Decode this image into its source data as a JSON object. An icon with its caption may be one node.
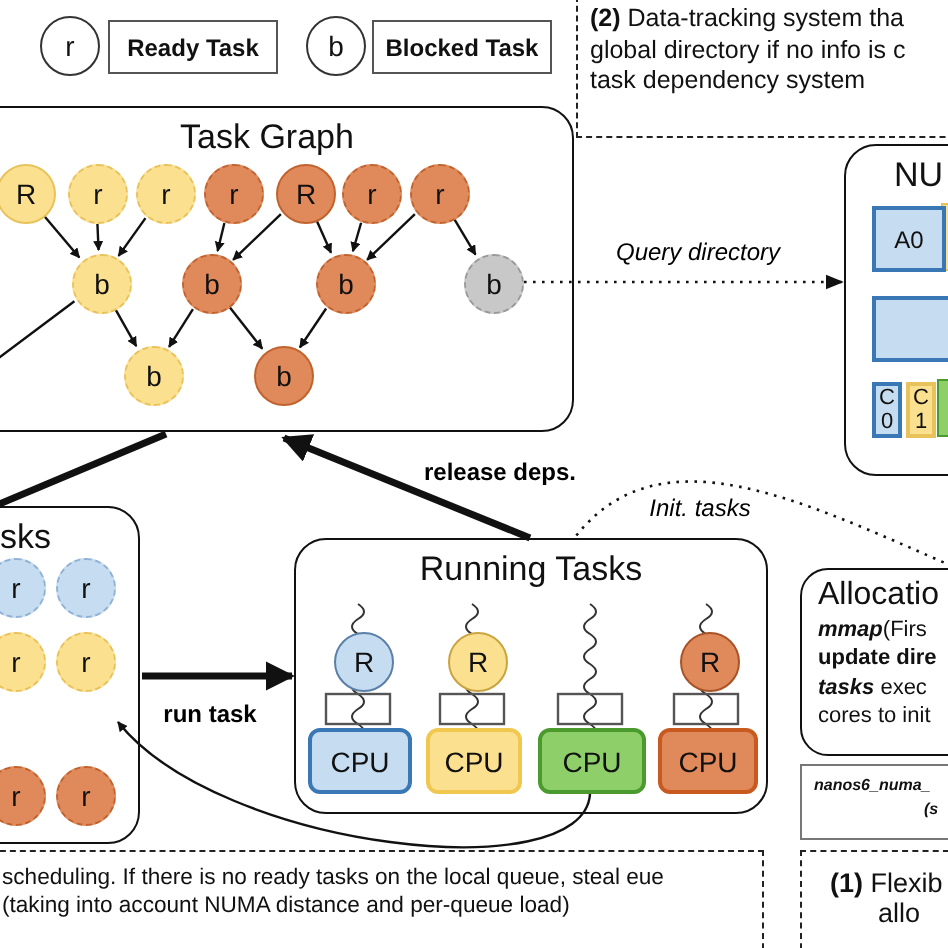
{
  "diagram": {
    "nodes": [
      {
        "text": [
          "r"
        ]
      },
      {
        "text": [
          "Ready Task"
        ]
      },
      {
        "text": [
          "b"
        ]
      },
      {
        "text": [
          "Blocked Task"
        ]
      },
      {
        "text": [
          "**(2)** Data-tracking system tha global directory if no info is c task dependency system"
        ]
      },
      {
        "text": [
          "Task Graph"
        ]
      },
      {
        "text": [
          "R"
        ],
        "in": 5
      },
      {
        "text": [
          "r"
        ],
        "in": 5
      },
      {
        "text": [
          "r"
        ],
        "in": 5
      },
      {
        "text": [
          "r"
        ],
        "in": 5
      },
      {
        "text": [
          "R"
        ],
        "in": 5
      },
      {
        "text": [
          "r"
        ],
        "in": 5
      },
      {
        "text": [
          "r"
        ],
        "in": 5
      },
      {
        "text": [
          "b"
        ],
        "in": 5
      },
      {
        "text": [
          "b"
        ],
        "in": 5
      },
      {
        "text": [
          "b"
        ],
        "in": 5
      },
      {
        "text": [
          "b"
        ],
        "in": 5
      },
      {
        "text": [
          "b"
        ],
        "in": 5
      },
      {
        "text": [
          "b"
        ],
        "in": 5
      },
      {
        "text": [
          "NU"
        ]
      },
      {
        "text": [
          "A0"
        ],
        "in": 19
      },
      {
        "text": [],
        "shape": "box",
        "in": 19
      },
      {
        "text": [
          "C 0"
        ],
        "in": 19
      },
      {
        "text": [
          "C 1"
        ],
        "in": 19
      },
      {
        "text": [
          "sks"
        ]
      },
      {
        "text": [
          "r"
        ],
        "in": 24
      },
      {
        "text": [
          "r"
        ],
        "in": 24
      },
      {
        "text": [
          "r"
        ],
        "in": 24
      },
      {
        "text": [
          "r"
        ],
        "in": 24
      },
      {
        "text": [
          "r"
        ],
        "in": 24
      },
      {
        "text": [
          "r"
        ],
        "in": 24
      },
      {
        "text": [
          "Running Tasks"
        ]
      },
      {
        "text": [
          "R"
        ],
        "in": 31
      },
      {
        "text": [
          "R"
        ],
        "in": 31
      },
      {
        "text": [
          "R"
        ],
        "in": 31
      },
      {
        "text": [
          "CPU"
        ],
        "in": 31
      },
      {
        "text": [
          "CPU"
        ],
        "in": 31
      },
      {
        "text": [
          "CPU"
        ],
        "in": 31
      },
      {
        "text": [
          "CPU"
        ],
        "in": 31
      },
      {
        "text": [
          "Allocatio",
          "*mmap*(Firs",
          "**update dire**",
          "*tasks* exec",
          "cores to init"
        ]
      },
      {
        "text": [
          "nanos6_numa_",
          "(s"
        ]
      },
      {
        "text": [
          "**(1)** Flexib",
          "allo"
        ]
      },
      {
        "text": [
          "scheduling. If there is no ready tasks on the local queue, steal eue (taking into account NUMA distance and per-queue load)"
        ]
      }
    ],
    "edges": [
      {
        "from": 6,
        "to": 13,
        "arrow": "to"
      },
      {
        "from": 7,
        "to": 13,
        "arrow": "to"
      },
      {
        "from": 8,
        "to": 13,
        "arrow": "to"
      },
      {
        "from": 9,
        "to": 14,
        "arrow": "to"
      },
      {
        "from": 10,
        "to": 14,
        "arrow": "to"
      },
      {
        "from": 10,
        "to": 15,
        "arrow": "to"
      },
      {
        "from": 11,
        "to": 15,
        "arrow": "to"
      },
      {
        "from": 12,
        "to": 15,
        "arrow": "to"
      },
      {
        "from": 12,
        "to": 16,
        "arrow": "to"
      },
      {
        "from": 13,
        "to": 17,
        "arrow": "to"
      },
      {
        "from": 14,
        "to": 17,
        "arrow": "to"
      },
      {
        "from": 14,
        "to": 18,
        "arrow": "to"
      },
      {
        "from": 15,
        "to": 18,
        "arrow": "to"
      },
      {
        "from": 16,
        "to": 19,
        "arrow": "to",
        "style": "dashed",
        "label": "Query directory"
      },
      {
        "from": 13,
        "to": null,
        "arrow": "none"
      },
      {
        "from": 5,
        "to": 24,
        "arrow": "none",
        "style": "thick"
      },
      {
        "from": 31,
        "to": 5,
        "arrow": "to",
        "style": "thick",
        "label": "release deps."
      },
      {
        "from": 24,
        "to": 31,
        "arrow": "to",
        "style": "thick",
        "label": "run task"
      },
      {
        "from": 37,
        "to": 24,
        "arrow": "to"
      },
      {
        "from": 39,
        "to": 31,
        "arrow": "none",
        "style": "dashed",
        "label": "Init. tasks"
      }
    ]
  }
}
